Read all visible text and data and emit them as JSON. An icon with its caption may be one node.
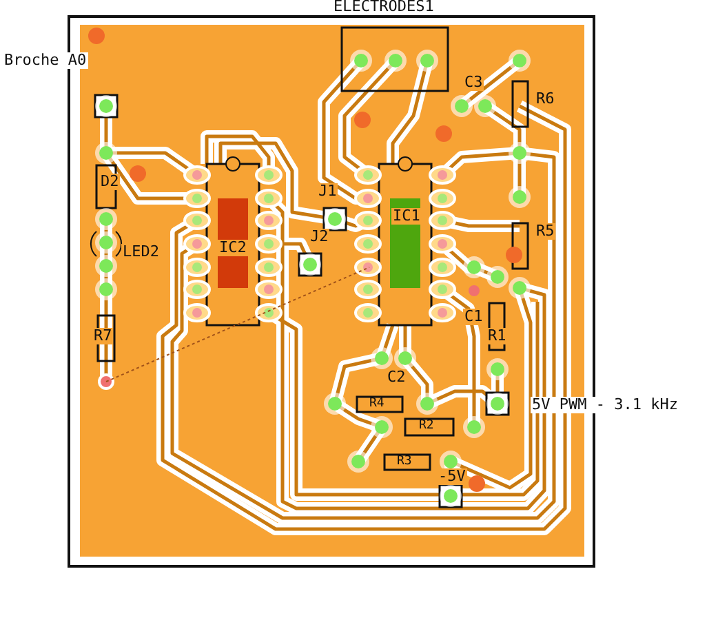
{
  "diagram": {
    "labels": [
      "ELECTRODES1",
      "Broche A0",
      "C3",
      "R6",
      "D2",
      "J1",
      "IC1",
      "IC2",
      "J2",
      "LED2",
      "R5",
      "C1",
      "R1",
      "R7",
      "C2",
      "R4",
      "5V PWM - 3.1 kHz",
      "R2",
      "R3",
      "-5V"
    ]
  }
}
